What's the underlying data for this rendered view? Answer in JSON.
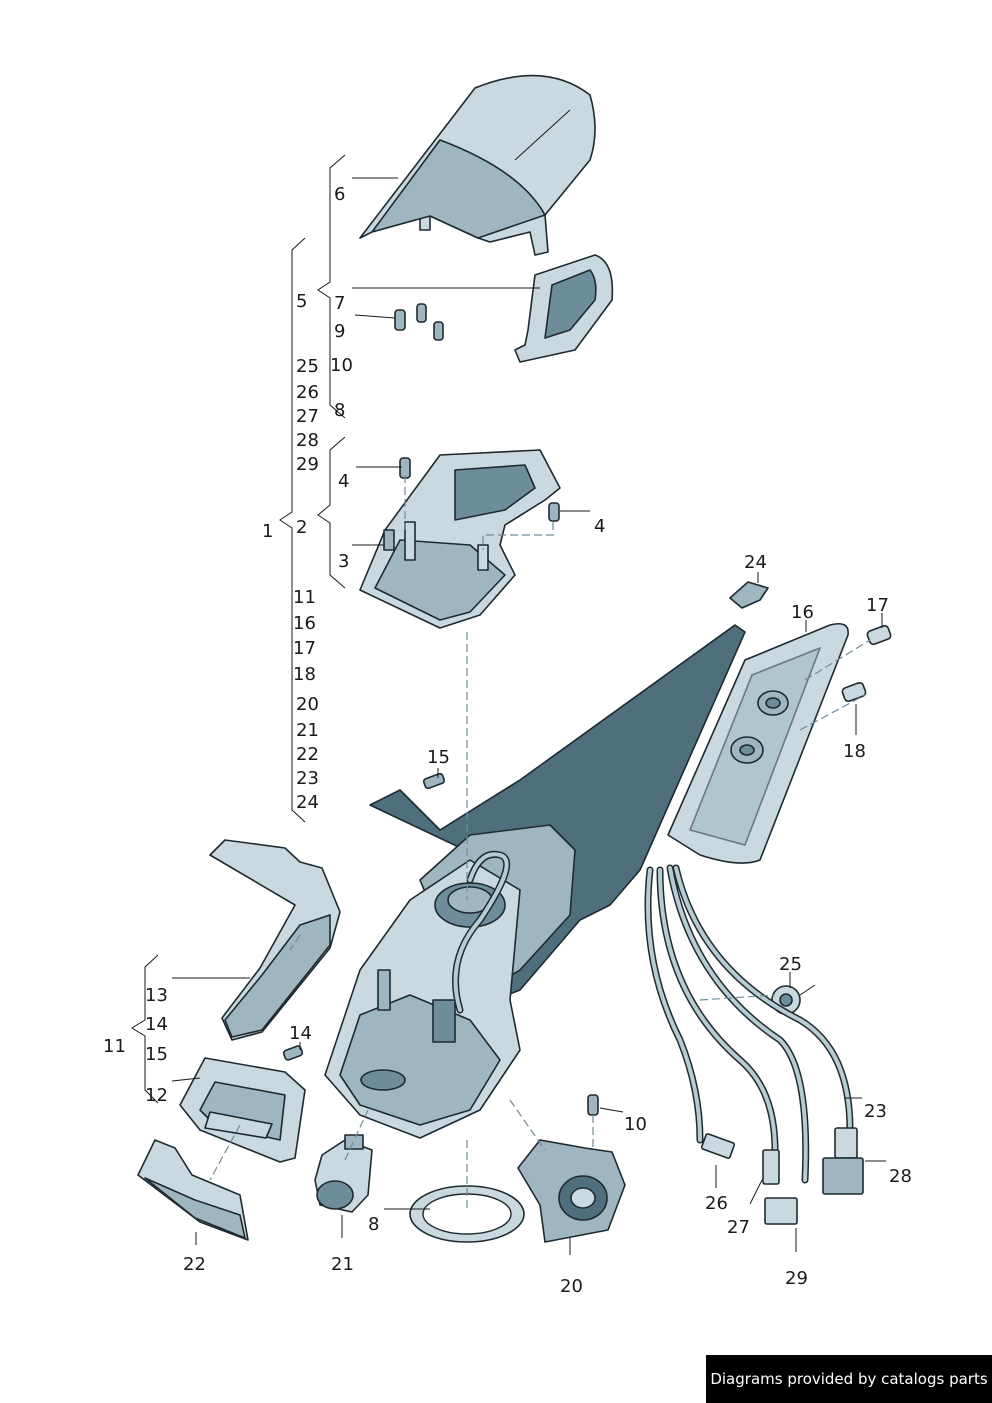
{
  "callouts": {
    "c1": "1",
    "c2": "2",
    "c3": "3",
    "c4a": "4",
    "c4b": "4",
    "c5": "5",
    "c6": "6",
    "c7": "7",
    "c8a": "8",
    "c8b": "8",
    "c9": "9",
    "c10a": "10",
    "c10b": "10",
    "c11a": "11",
    "c11b": "11",
    "c12": "12",
    "c13": "13",
    "c14a": "14",
    "c14b": "14",
    "c15a": "15",
    "c15b": "15",
    "c16a": "16",
    "c16b": "16",
    "c17a": "17",
    "c17b": "17",
    "c18a": "18",
    "c18b": "18",
    "c20a": "20",
    "c20b": "20",
    "c21a": "21",
    "c21b": "21",
    "c22a": "22",
    "c22b": "22",
    "c23a": "23",
    "c23b": "23",
    "c24a": "24",
    "c24b": "24",
    "c25a": "25",
    "c25b": "25",
    "c26a": "26",
    "c26b": "26",
    "c27a": "27",
    "c27b": "27",
    "c28a": "28",
    "c28b": "28",
    "c29a": "29",
    "c29b": "29"
  },
  "footer": {
    "text": "Diagrams provided by catalogs parts"
  },
  "colors": {
    "part_fill": "#9fb6c0",
    "part_dark": "#4f6f7c",
    "outline": "#1d2a30",
    "footer_bg": "#000000"
  }
}
